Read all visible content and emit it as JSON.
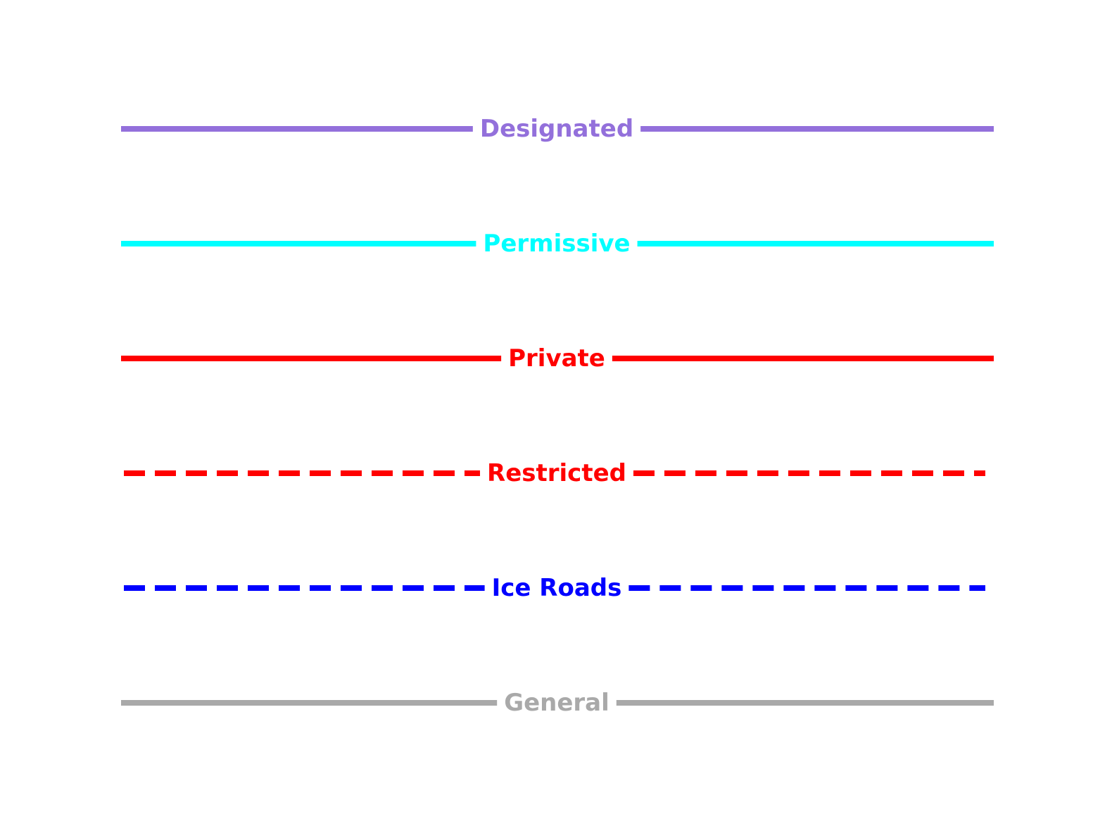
{
  "legend": {
    "items": [
      {
        "label": "Designated",
        "color": "#9370DB",
        "style": "solid"
      },
      {
        "label": "Permissive",
        "color": "#00FFFF",
        "style": "solid"
      },
      {
        "label": "Private",
        "color": "#FF0000",
        "style": "solid"
      },
      {
        "label": "Restricted",
        "color": "#FF0000",
        "style": "dashed"
      },
      {
        "label": "Ice Roads",
        "color": "#0000FF",
        "style": "dashed"
      },
      {
        "label": "General",
        "color": "#A9A9A9",
        "style": "solid"
      }
    ]
  }
}
